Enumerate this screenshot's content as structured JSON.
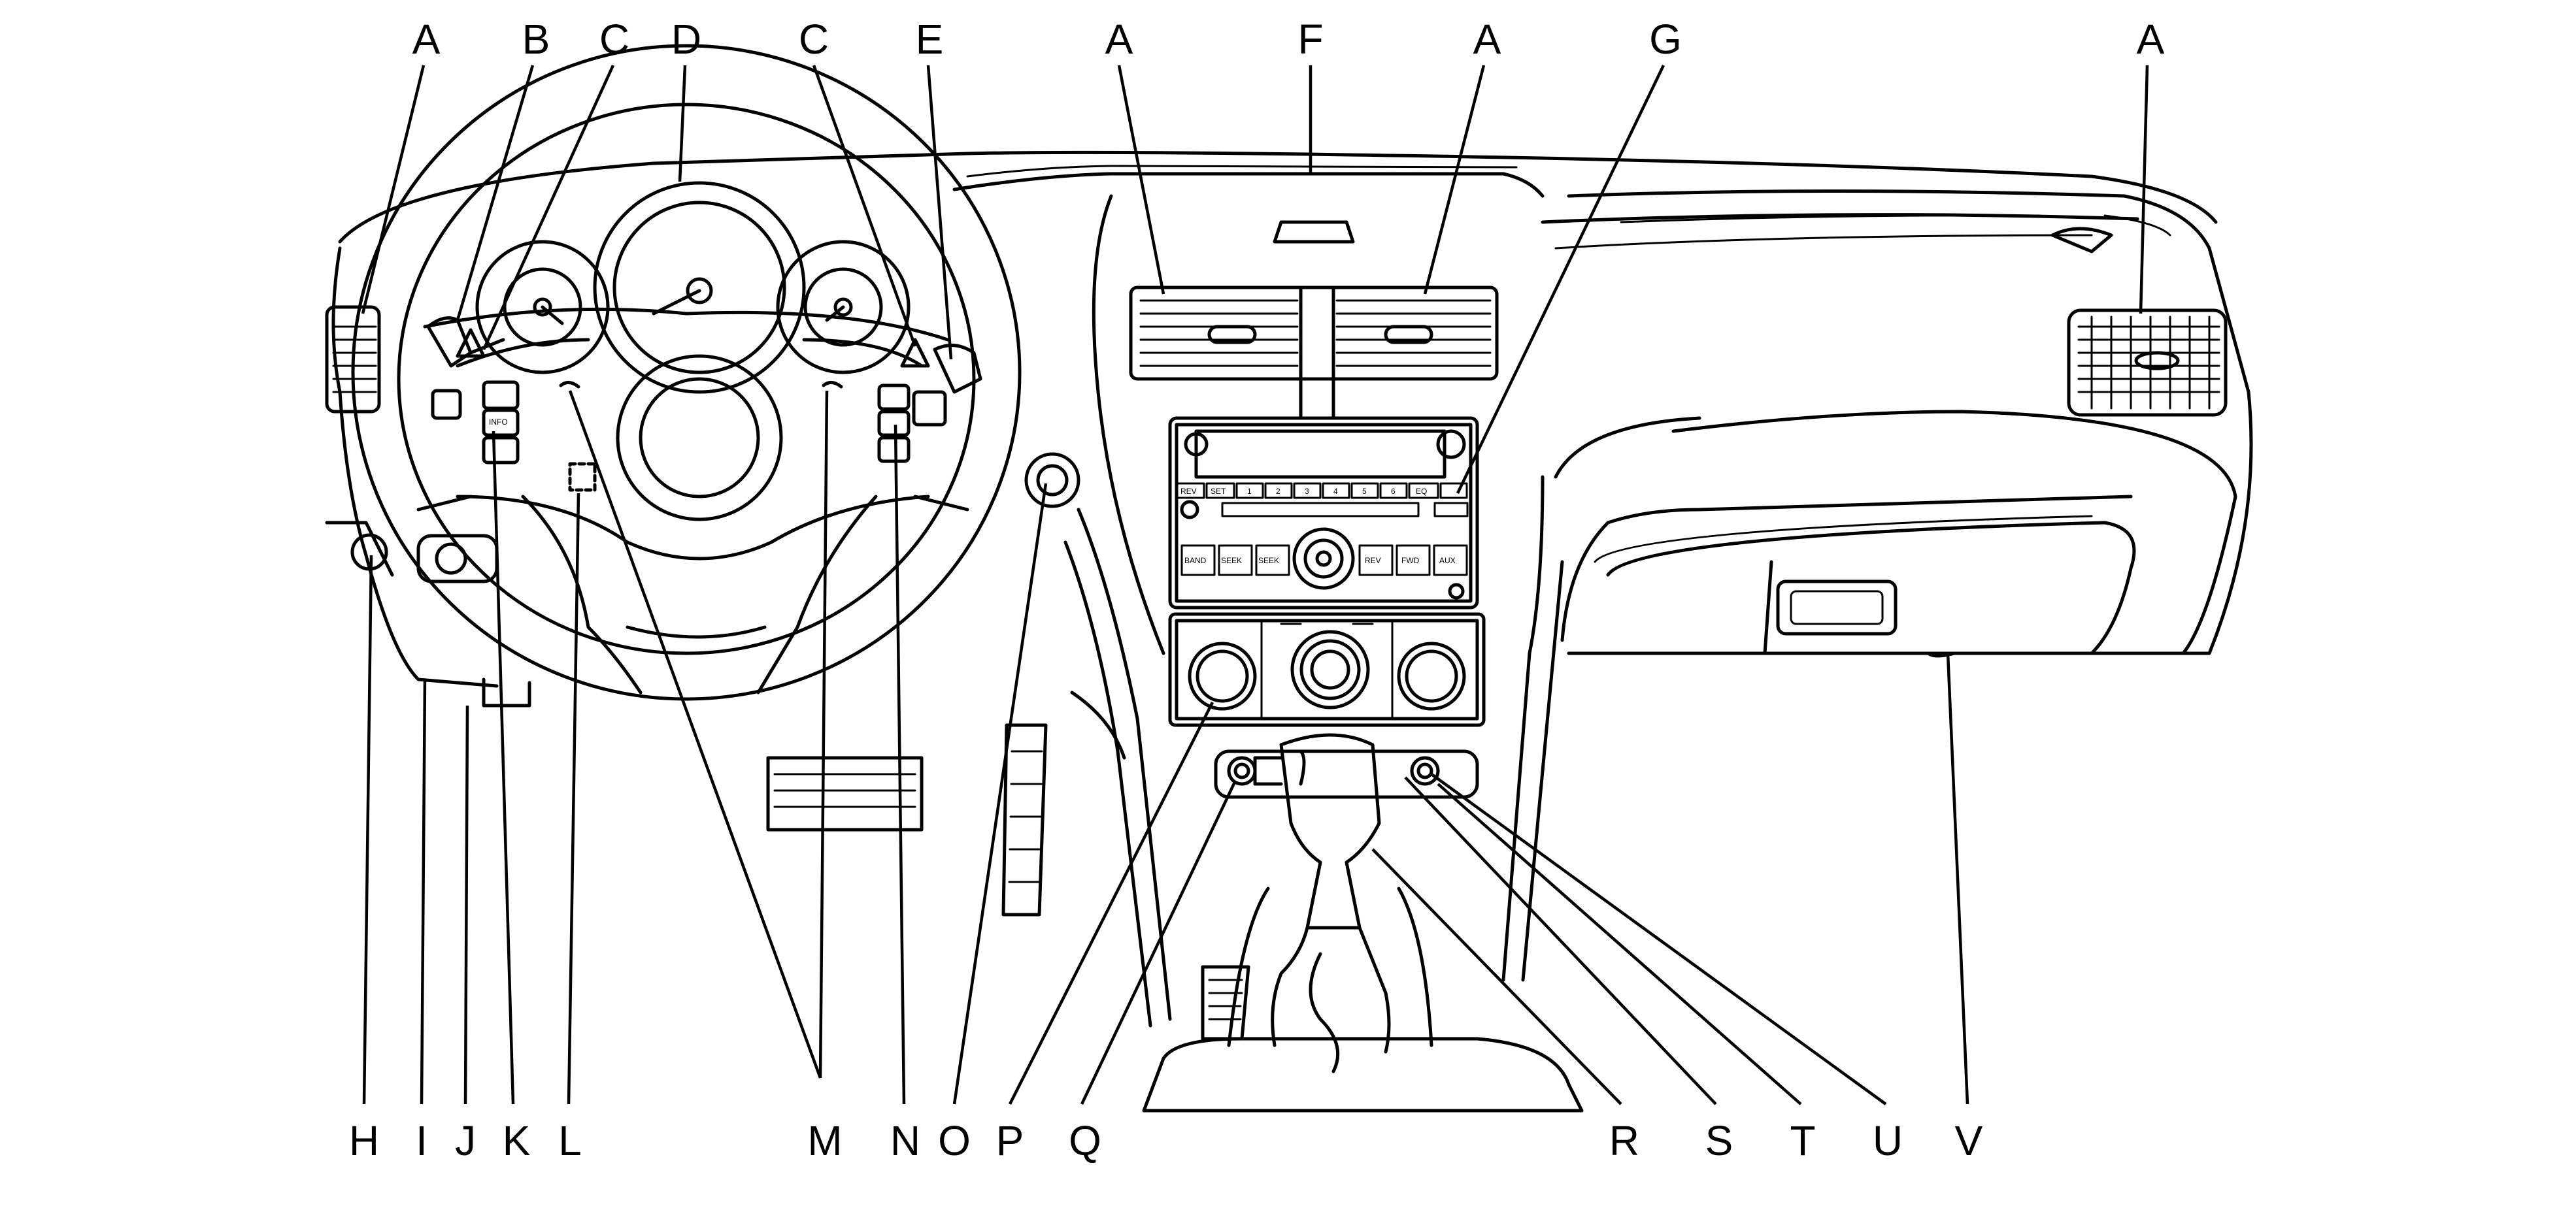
{
  "top_callouts": [
    {
      "id": "A1",
      "text": "A"
    },
    {
      "id": "B",
      "text": "B"
    },
    {
      "id": "C1",
      "text": "C"
    },
    {
      "id": "D",
      "text": "D"
    },
    {
      "id": "C2",
      "text": "C"
    },
    {
      "id": "E",
      "text": "E"
    },
    {
      "id": "A2",
      "text": "A"
    },
    {
      "id": "F",
      "text": "F"
    },
    {
      "id": "A3",
      "text": "A"
    },
    {
      "id": "G",
      "text": "G"
    },
    {
      "id": "A4",
      "text": "A"
    }
  ],
  "bottom_callouts": [
    {
      "id": "H",
      "text": "H"
    },
    {
      "id": "I",
      "text": "I"
    },
    {
      "id": "J",
      "text": "J"
    },
    {
      "id": "K",
      "text": "K"
    },
    {
      "id": "L",
      "text": "L"
    },
    {
      "id": "M",
      "text": "M"
    },
    {
      "id": "N",
      "text": "N"
    },
    {
      "id": "O",
      "text": "O"
    },
    {
      "id": "P",
      "text": "P"
    },
    {
      "id": "Q",
      "text": "Q"
    },
    {
      "id": "R",
      "text": "R"
    },
    {
      "id": "S",
      "text": "S"
    },
    {
      "id": "T",
      "text": "T"
    },
    {
      "id": "U",
      "text": "U"
    },
    {
      "id": "V",
      "text": "V"
    }
  ],
  "radio": {
    "presets": [
      "1",
      "2",
      "3",
      "4",
      "5",
      "6"
    ],
    "rev_label": "REV",
    "set_label": "SET",
    "eq_label": "EQ",
    "band_label": "BAND",
    "seek_back_label": "SEEK",
    "seek_fwd_label": "SEEK",
    "rev_btn_label": "REV",
    "fwd_btn_label": "FWD",
    "aux_label": "AUX"
  },
  "steering_controls": {
    "info_label": "INFO"
  }
}
